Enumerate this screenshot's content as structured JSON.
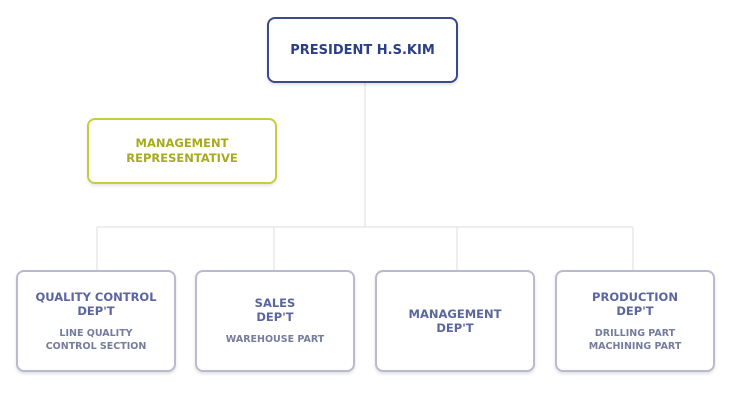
{
  "president": {
    "label": "PRESIDENT H.S.KIM"
  },
  "management_representative": {
    "label": "MANAGEMENT\nREPRESENTATIVE"
  },
  "departments": [
    {
      "title": "QUALITY CONTROL\nDEP'T",
      "sub": "LINE QUALITY\nCONTROL SECTION"
    },
    {
      "title": "SALES\nDEP'T",
      "sub": "WAREHOUSE PART"
    },
    {
      "title": "MANAGEMENT\nDEP'T",
      "sub": ""
    },
    {
      "title": "PRODUCTION\nDEP'T",
      "sub": "DRILLING PART\nMACHINING PART"
    }
  ],
  "colors": {
    "president": "#3a4a8c",
    "management_representative": "#c9cc3a",
    "department_border": "#b9bacf",
    "department_text": "#5b659e",
    "connector": "#dcdcdc"
  }
}
